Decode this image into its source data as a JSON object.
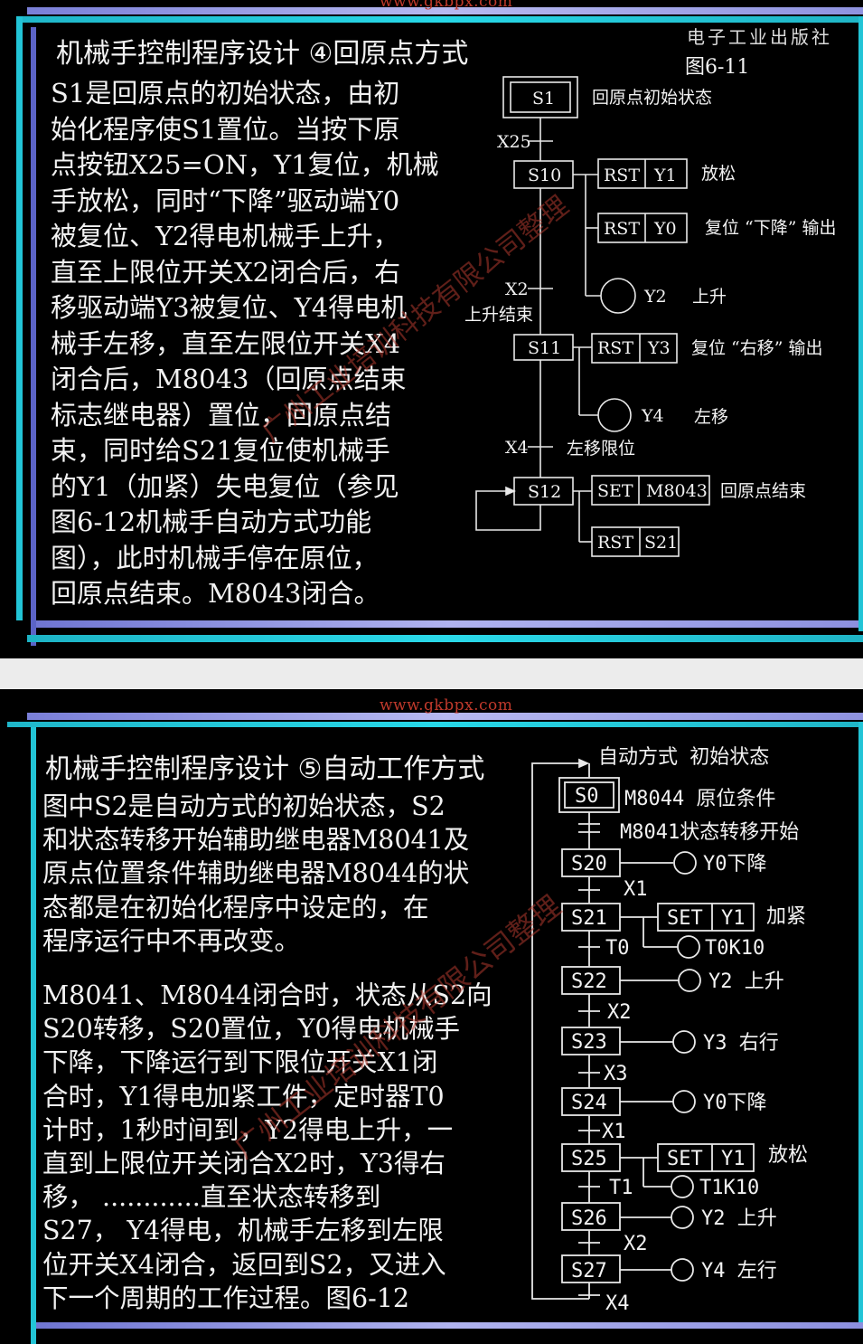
{
  "slide1": {
    "watermark": "www.gkbpx.com",
    "publisher": "电子工业出版社",
    "figure_label": "图6-11",
    "title": "机械手控制程序设计 ④回原点方式",
    "body_lines": [
      "S1是回原点的初始状态，由初",
      "始化程序使S1置位。当按下原",
      "点按钮X25=ON，Y1复位，机械",
      "手放松，同时“下降”驱动端Y0",
      "被复位、Y2得电机械手上升，",
      "直至上限位开关X2闭合后，右",
      "移驱动端Y3被复位、Y4得电机",
      "械手左移，直至左限位开关X4",
      "闭合后，M8043（回原点结束",
      "标志继电器）置位，回原点结",
      "束，同时给S21复位使机械手",
      "的Y1（加紧）失电复位（参见",
      "图6-12机械手自动方式功能",
      "图），此时机械手停在原位，",
      "回原点结束。M8043闭合。"
    ],
    "diagram": {
      "s1": "S1",
      "s1_label": "回原点初始状态",
      "x25": "X25",
      "s10": "S10",
      "rst": "RST",
      "y1": "Y1",
      "y1_label": "放松",
      "y0": "Y0",
      "y0_label": "复位 “下降” 输出",
      "x2": "X2",
      "x2_label": "上升结束",
      "y2": "Y2",
      "y2_label": "上升",
      "s11": "S11",
      "y3": "Y3",
      "y3_label": "复位 “右移” 输出",
      "y4": "Y4",
      "y4_label": "左移",
      "x4": "X4",
      "x4_label": "左移限位",
      "s12": "S12",
      "set": "SET",
      "m8043": "M8043",
      "m8043_label": "回原点结束",
      "s21": "S21"
    },
    "diag_watermark": "广州工业培训科技有限公司整理"
  },
  "slide2": {
    "watermark": "www.gkbpx.com",
    "title": "机械手控制程序设计 ⑤自动工作方式",
    "para1_lines": [
      "图中S2是自动方式的初始状态，S2",
      "和状态转移开始辅助继电器M8041及",
      "原点位置条件辅助继电器M8044的状",
      "态都是在初始化程序中设定的，在",
      "程序运行中不再改变。"
    ],
    "para2_lines": [
      "M8041、M8044闭合时，状态从S2向",
      "S20转移，S20置位，Y0得电机械手",
      "下降，下降运行到下限位开关X1闭",
      "合时，Y1得电加紧工件，定时器T0",
      "计时，1秒时间到，Y2得电上升，一",
      "直到上限位开关闭合X2时，Y3得右",
      "移，  ............直至状态转移到",
      "S27， Y4得电，机械手左移到左限",
      "位开关X4闭合，返回到S2，又进入",
      "下一个周期的工作过程。图6-12"
    ],
    "diagram": {
      "auto_label": "自动方式 初始状态",
      "s0": "S0",
      "m8044_label": "M8044 原位条件",
      "m8041_label": "M8041状态转移开始",
      "s20": "S20",
      "s20_out": "Y0下降",
      "x1a": "X1",
      "s21": "S21",
      "set": "SET",
      "y1": "Y1",
      "jiajin": "加紧",
      "t0": "T0",
      "t0k10": "T0K10",
      "s22": "S22",
      "s22_out": "Y2 上升",
      "x2": "X2",
      "s23": "S23",
      "s23_out": "Y3 右行",
      "x3": "X3",
      "s24": "S24",
      "s24_out": "Y0下降",
      "x1b": "X1",
      "s25": "S25",
      "fangsong": "放松",
      "t1": "T1",
      "t1k10": "T1K10",
      "s26": "S26",
      "s26_out": "Y2 上升",
      "x2b": "X2",
      "s27": "S27",
      "s27_out": "Y4 左行",
      "x4": "X4"
    },
    "diag_watermark": "广州工业培训科技有限公司整理"
  }
}
